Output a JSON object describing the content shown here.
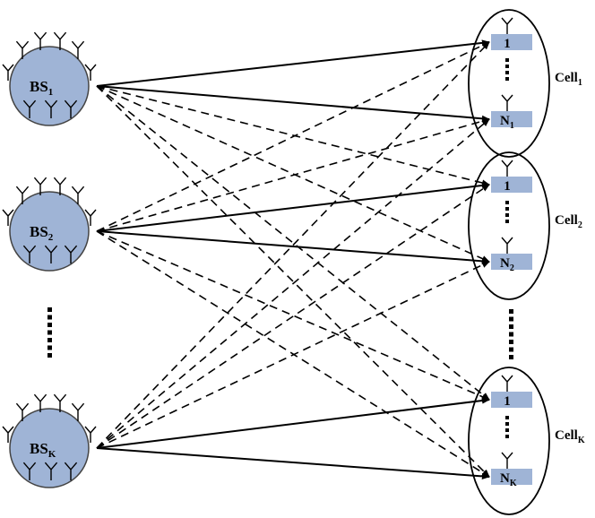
{
  "base_stations": [
    {
      "name": "BS",
      "sub": "1"
    },
    {
      "name": "BS",
      "sub": "2"
    },
    {
      "name": "BS",
      "sub": "K"
    }
  ],
  "cells": [
    {
      "name": "Cell",
      "sub": "1",
      "first_user": "1",
      "last_user": "N",
      "last_user_sub": "1"
    },
    {
      "name": "Cell",
      "sub": "2",
      "first_user": "1",
      "last_user": "N",
      "last_user_sub": "2"
    },
    {
      "name": "Cell",
      "sub": "K",
      "first_user": "1",
      "last_user": "N",
      "last_user_sub": "K"
    }
  ],
  "colors": {
    "bs_fill": "#9fb4d6",
    "bs_stroke": "#444444",
    "user_fill": "#9fb4d6",
    "line": "#000000"
  },
  "links": [
    {
      "from_bs": 0,
      "to_cell": 0,
      "to_user": "first",
      "style": "solid"
    },
    {
      "from_bs": 0,
      "to_cell": 0,
      "to_user": "last",
      "style": "solid"
    },
    {
      "from_bs": 0,
      "to_cell": 1,
      "to_user": "first",
      "style": "dashed"
    },
    {
      "from_bs": 0,
      "to_cell": 1,
      "to_user": "last",
      "style": "dashed"
    },
    {
      "from_bs": 0,
      "to_cell": 2,
      "to_user": "first",
      "style": "dashed"
    },
    {
      "from_bs": 0,
      "to_cell": 2,
      "to_user": "last",
      "style": "dashed"
    },
    {
      "from_bs": 1,
      "to_cell": 0,
      "to_user": "first",
      "style": "dashed"
    },
    {
      "from_bs": 1,
      "to_cell": 0,
      "to_user": "last",
      "style": "dashed"
    },
    {
      "from_bs": 1,
      "to_cell": 1,
      "to_user": "first",
      "style": "solid"
    },
    {
      "from_bs": 1,
      "to_cell": 1,
      "to_user": "last",
      "style": "solid"
    },
    {
      "from_bs": 1,
      "to_cell": 2,
      "to_user": "first",
      "style": "dashed"
    },
    {
      "from_bs": 1,
      "to_cell": 2,
      "to_user": "last",
      "style": "dashed"
    },
    {
      "from_bs": 2,
      "to_cell": 0,
      "to_user": "first",
      "style": "dashed"
    },
    {
      "from_bs": 2,
      "to_cell": 0,
      "to_user": "last",
      "style": "dashed"
    },
    {
      "from_bs": 2,
      "to_cell": 1,
      "to_user": "first",
      "style": "dashed"
    },
    {
      "from_bs": 2,
      "to_cell": 1,
      "to_user": "last",
      "style": "dashed"
    },
    {
      "from_bs": 2,
      "to_cell": 2,
      "to_user": "first",
      "style": "solid"
    },
    {
      "from_bs": 2,
      "to_cell": 2,
      "to_user": "last",
      "style": "solid"
    }
  ]
}
